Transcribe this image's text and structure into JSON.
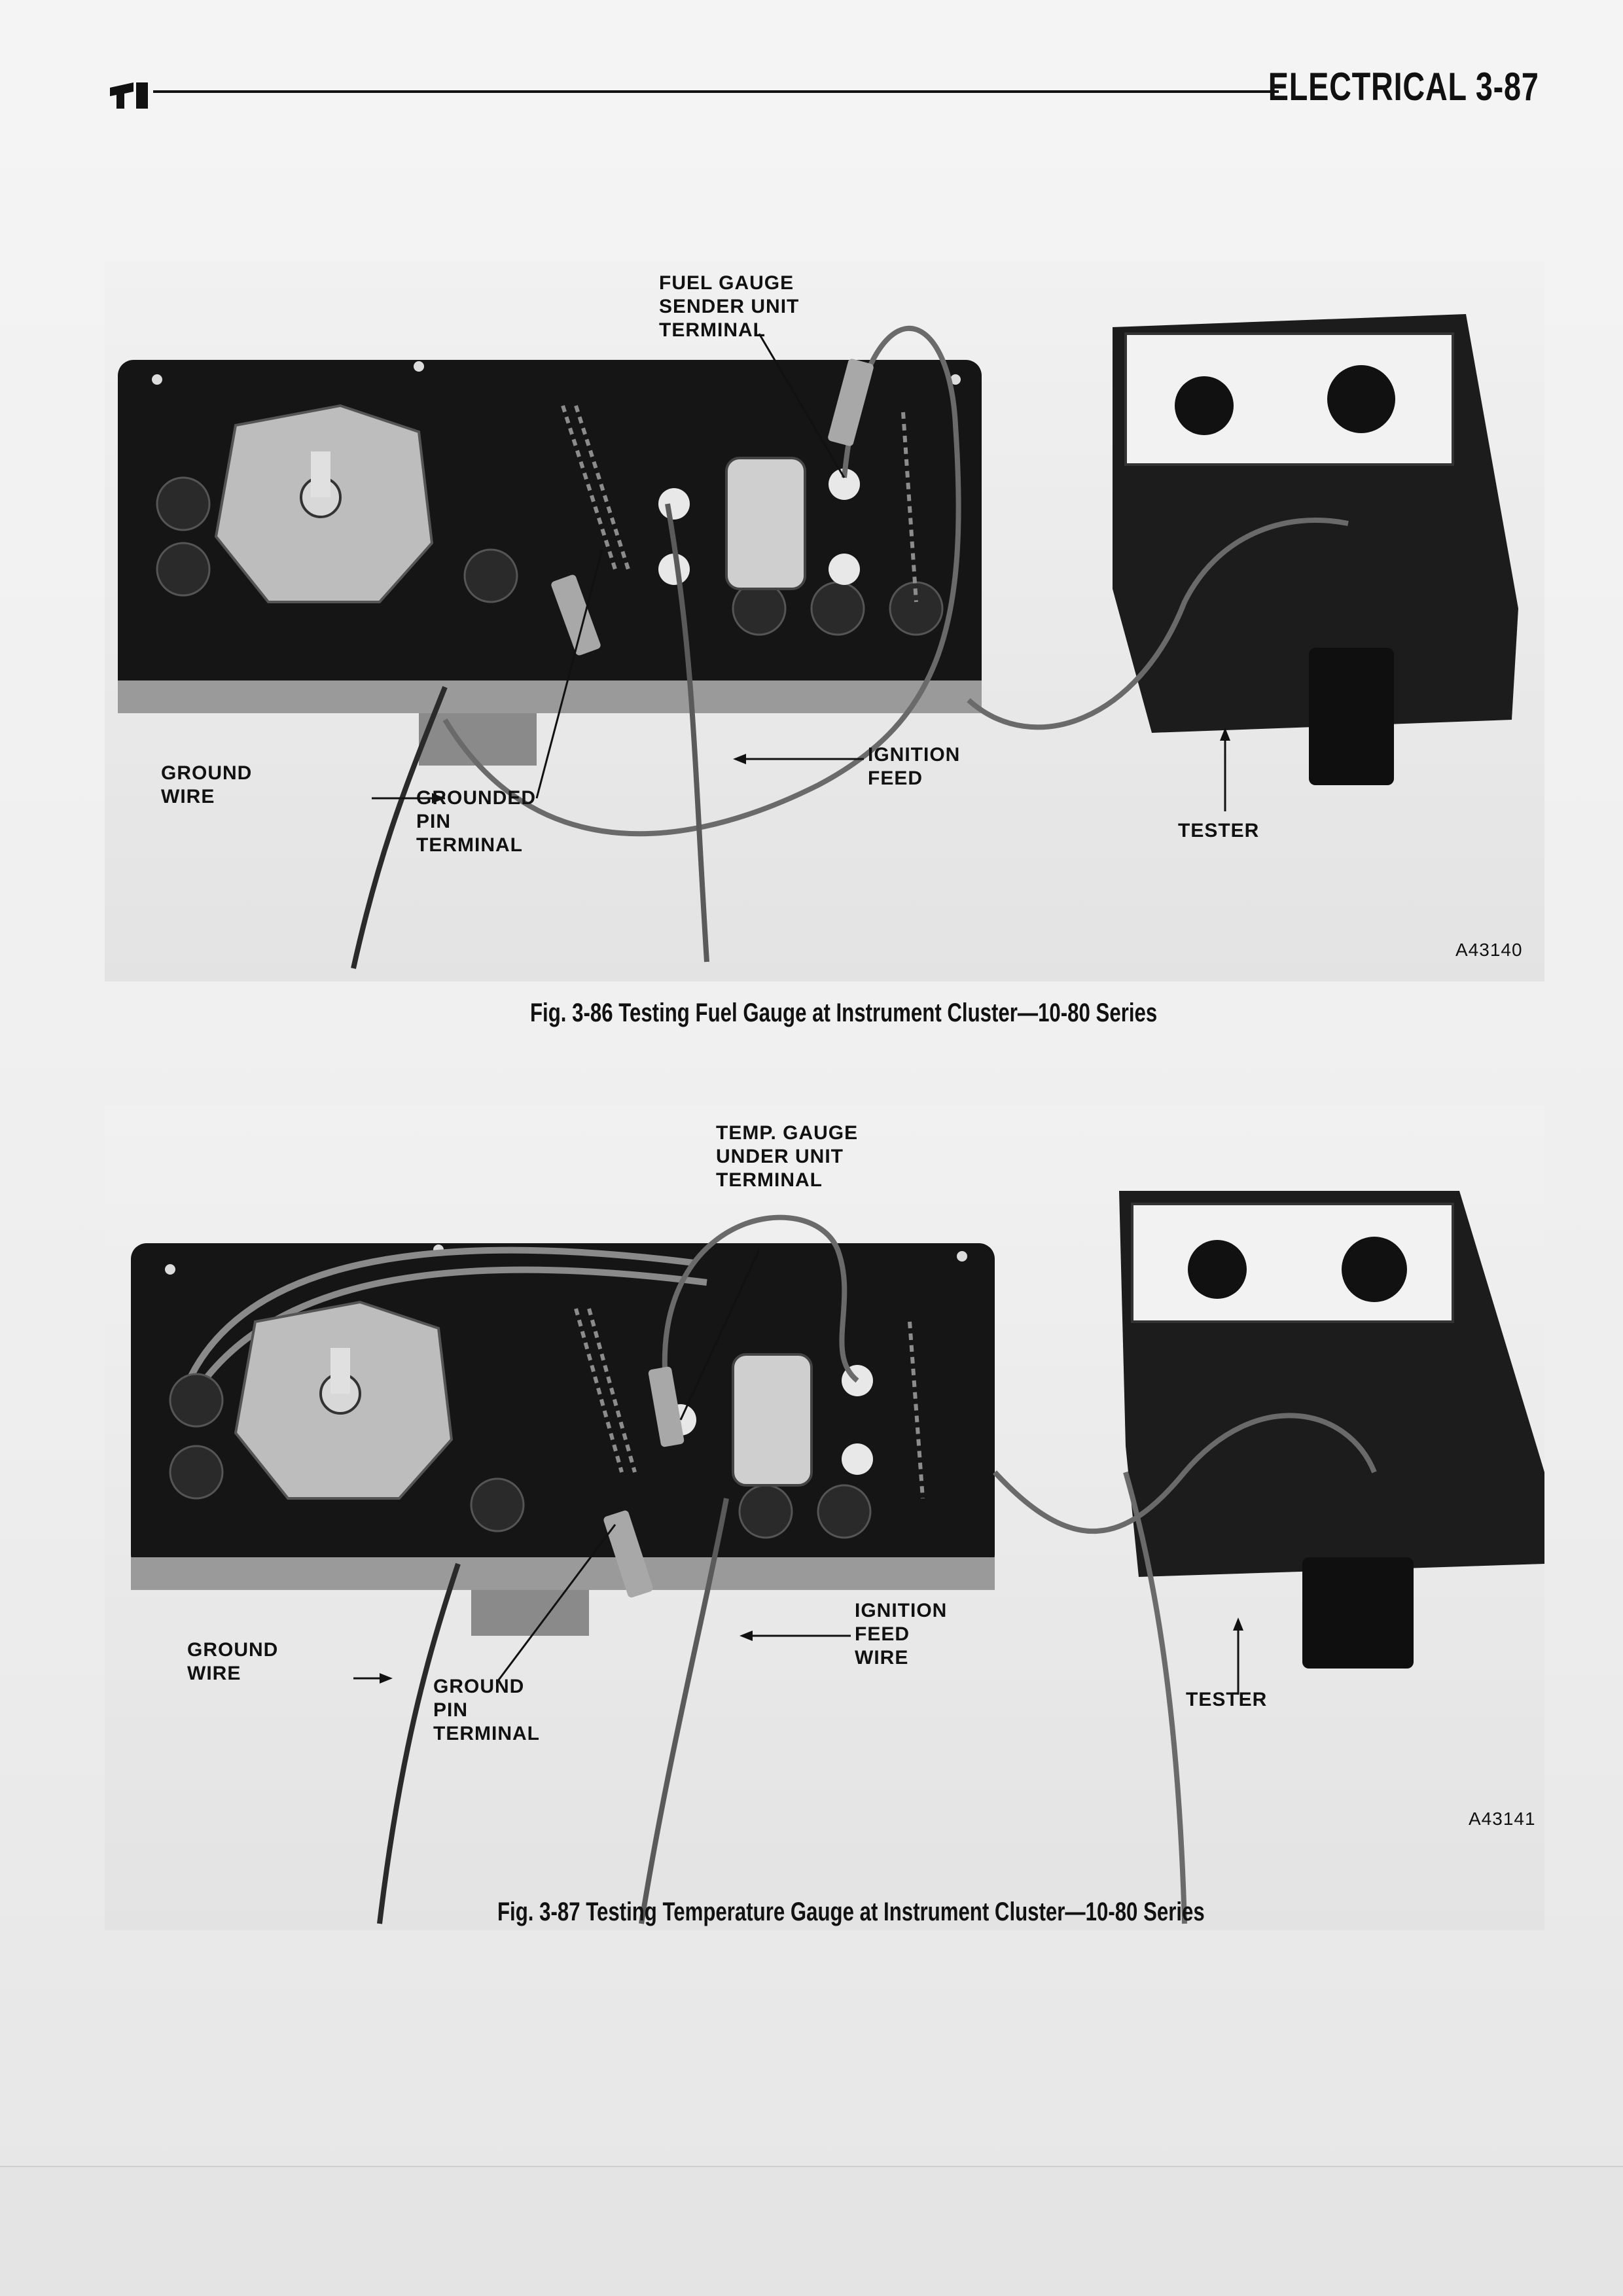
{
  "header": {
    "section": "ELECTRICAL 3-87"
  },
  "figure_1": {
    "caption": "Fig. 3-86  Testing Fuel Gauge at Instrument Cluster—10-80 Series",
    "code": "A43140",
    "labels": {
      "fuel_sender": "FUEL GAUGE\nSENDER UNIT\nTERMINAL",
      "ground_wire": "GROUND\nWIRE",
      "grounded_pin": "GROUNDED\nPIN\nTERMINAL",
      "ignition_feed": "IGNITION\nFEED",
      "tester": "TESTER"
    }
  },
  "figure_2": {
    "caption": "Fig. 3-87  Testing Temperature Gauge at Instrument Cluster—10-80 Series",
    "code": "A43141",
    "labels": {
      "temp_sender": "TEMP. GAUGE\nUNDER UNIT\nTERMINAL",
      "ground_wire": "GROUND\nWIRE",
      "ground_pin": "GROUND\nPIN\nTERMINAL",
      "ignition_feed": "IGNITION\nFEED\nWIRE",
      "tester": "TESTER"
    }
  },
  "colors": {
    "panel": "#141414",
    "wire": "#6a6a6a",
    "tester_face": "#f2f2f2"
  }
}
